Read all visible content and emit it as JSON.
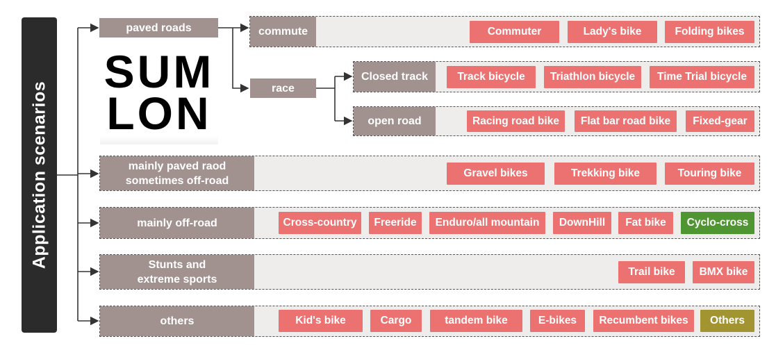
{
  "root": {
    "label": "Application scenarios"
  },
  "logo": {
    "line1": "SUM",
    "line2": "LON"
  },
  "nodes": {
    "paved_roads": "paved roads",
    "commute": "commute",
    "race": "race",
    "closed_track": "Closed track",
    "open_road": "open road",
    "mainly_paved": {
      "line1": "mainly paved raod",
      "line2": "sometimes off-road"
    },
    "mainly_offroad": "mainly off-road",
    "stunts": {
      "line1": "Stunts and",
      "line2": "extreme sports"
    },
    "others": "others"
  },
  "tags": {
    "commute": [
      "Commuter",
      "Lady's bike",
      "Folding bikes"
    ],
    "closed_track": [
      "Track bicycle",
      "Triathlon bicycle",
      "Time Trial bicycle"
    ],
    "open_road": [
      "Racing road bike",
      "Flat bar road bike",
      "Fixed-gear"
    ],
    "mainly_paved": [
      "Gravel bikes",
      "Trekking bike",
      "Touring bike"
    ],
    "mainly_offroad": [
      "Cross-country",
      "Freeride",
      "Enduro/all mountain",
      "DownHill",
      "Fat bike",
      "Cyclo-cross"
    ],
    "stunts": [
      "Trail bike",
      "BMX bike"
    ],
    "others": [
      "Kid's bike",
      "Cargo",
      "tandem bike",
      "E-bikes",
      "Recumbent bikes",
      "Others"
    ]
  },
  "colors": {
    "tag": "#ec7272",
    "tag_green": "#4f9532",
    "tag_olive": "#a39432",
    "category": "#a1918f",
    "row_background": "#efedec",
    "spine": "#2b2b2b"
  }
}
